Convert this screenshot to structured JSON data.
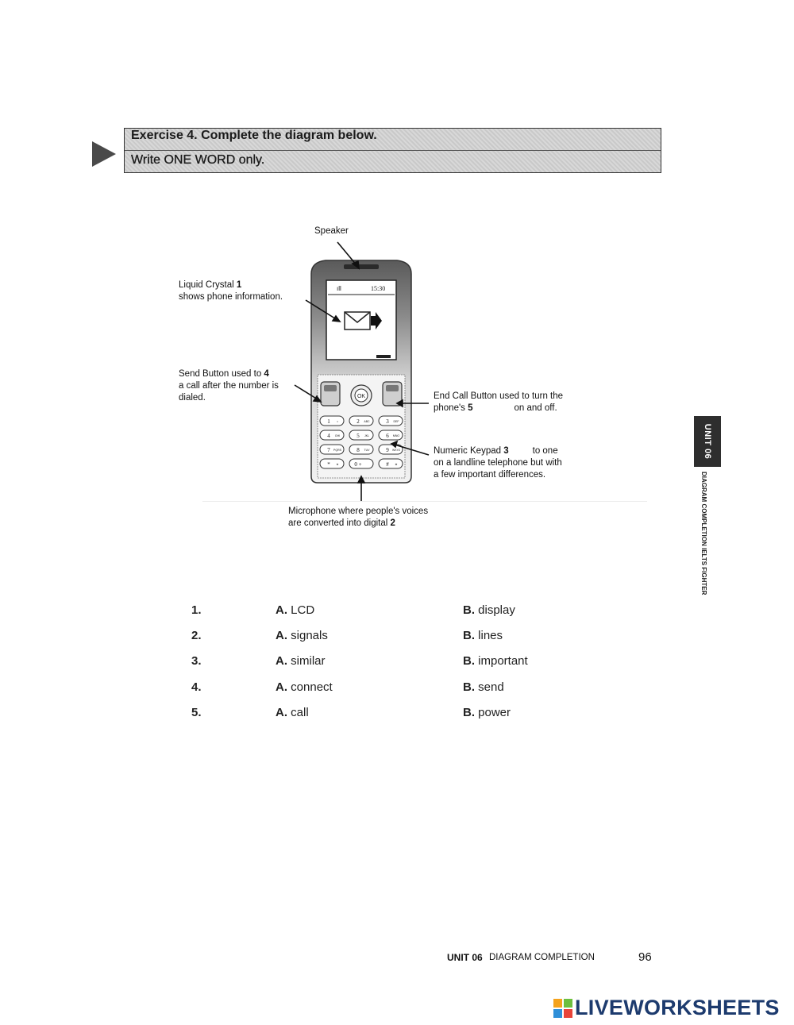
{
  "exercise": {
    "title": "Exercise 4. Complete the diagram below.",
    "instruction": "Write ONE WORD only."
  },
  "diagram": {
    "speaker": "Speaker",
    "lcd_line1_prefix": "Liquid Crystal ",
    "lcd_num": "1",
    "lcd_line2": "shows phone information.",
    "send_line1_prefix": "Send Button used to ",
    "send_num": "4",
    "send_line2": "a call after the number is",
    "send_line3": "dialed.",
    "end_line1": "End Call Button used to turn the",
    "end_line2_prefix": "phone's ",
    "end_num": "5",
    "end_line2_suffix": "on and off.",
    "keypad_line1_prefix": "Numeric Keypad ",
    "keypad_num": "3",
    "keypad_line1_suffix": "to one",
    "keypad_line2": "on a landline telephone but with",
    "keypad_line3": "a few important differences.",
    "mic_line1": "Microphone where people's voices",
    "mic_line2_prefix": "are converted into digital ",
    "mic_num": "2",
    "screen_time": "15:30",
    "screen_signal": "ıll",
    "keys": [
      "1",
      "2",
      "3",
      "4",
      "5",
      "6",
      "7",
      "8",
      "9",
      "*",
      "0 +",
      "#"
    ],
    "key_sub": [
      "⌂",
      "ABC",
      "DEF",
      "GHI",
      "JKL",
      "MNO",
      "PQRS",
      "TUV",
      "WXYZ",
      "※",
      "",
      "⊕"
    ],
    "ok_label": "OK"
  },
  "side": {
    "tab": "UNIT 06",
    "text1": "DIAGRAM COMPLETION",
    "text2": "IELTS FIGHTER"
  },
  "answers": [
    {
      "num": "1.",
      "a_letter": "A.",
      "a": " LCD",
      "b_letter": "B.",
      "b": " display"
    },
    {
      "num": "2.",
      "a_letter": "A.",
      "a": " signals",
      "b_letter": "B.",
      "b": " lines"
    },
    {
      "num": "3.",
      "a_letter": "A.",
      "a": " similar",
      "b_letter": "B.",
      "b": " important"
    },
    {
      "num": "4.",
      "a_letter": "A.",
      "a": " connect",
      "b_letter": "B.",
      "b": " send"
    },
    {
      "num": "5.",
      "a_letter": "A.",
      "a": " call",
      "b_letter": "B.",
      "b": " power"
    }
  ],
  "footer": {
    "unit": "UNIT 06",
    "desc": "DIAGRAM COMPLETION",
    "page": "96"
  },
  "brand": {
    "name": "LIVEWORKSHEETS",
    "color": "#1d3b6e"
  }
}
